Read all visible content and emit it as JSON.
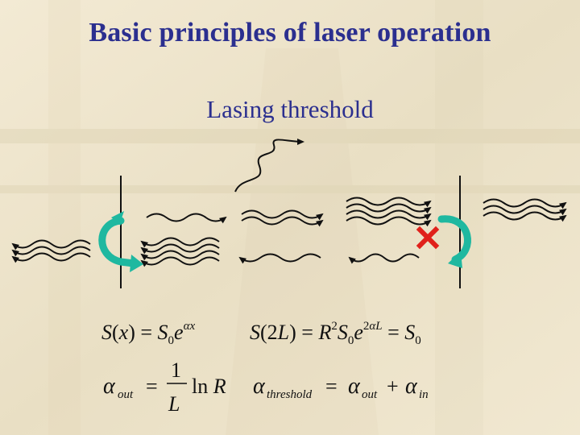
{
  "slide": {
    "title": "Basic principles of laser operation",
    "subtitle": "Lasing threshold"
  },
  "colors": {
    "title": "#2b2f8f",
    "mirror_arrow": "#1fb8a0",
    "loss_mark": "#e0211b",
    "waves": "#111111"
  },
  "icons": {
    "mirror_reflection": "curved-arrow-icon",
    "blocked": "x-mark-icon"
  },
  "equations": {
    "gain": "S(x) = S0 e^(αx)",
    "round_trip": "S(2L) = R^2 S0 e^(2αL) = S0",
    "output_loss": "α_out = (1/L) ln R",
    "threshold": "α_threshold = α_out + α_in"
  }
}
